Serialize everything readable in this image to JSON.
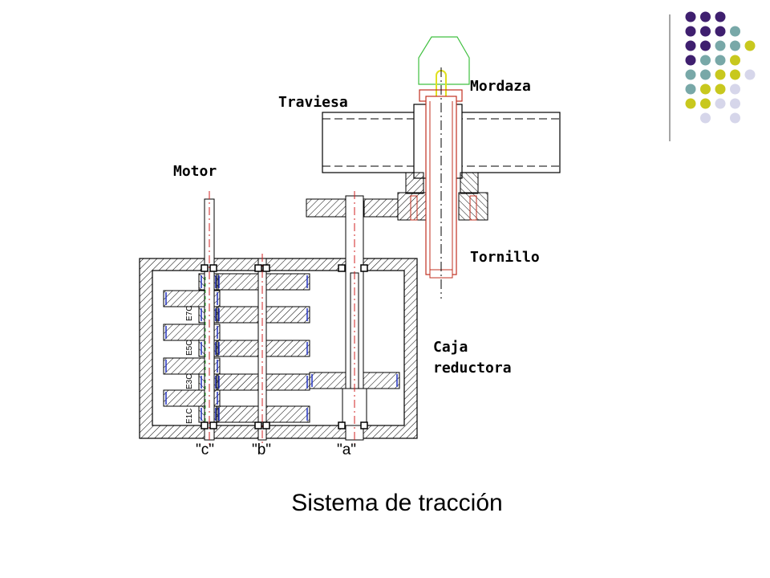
{
  "labels": {
    "traviesa": "Traviesa",
    "mordaza": "Mordaza",
    "motor": "Motor",
    "tornillo": "Tornillo",
    "caja": "Caja",
    "reductora": "reductora"
  },
  "shafts": [
    "\"c\"",
    "\"b\"",
    "\"a\""
  ],
  "gear_marks": [
    "E1C",
    "E3C",
    "E5C",
    "E7C"
  ],
  "caption": "Sistema de tracción",
  "colors": {
    "deco_dark_purple": "#3f1f6f",
    "deco_teal": "#78a8a8",
    "deco_olive": "#c8c81e",
    "deco_lavender": "#d6d6ea",
    "gear_blue": "#2030c0",
    "axis_red": "#d02020",
    "jaw_green": "#40c040",
    "jaw_yellow": "#e0e020"
  }
}
